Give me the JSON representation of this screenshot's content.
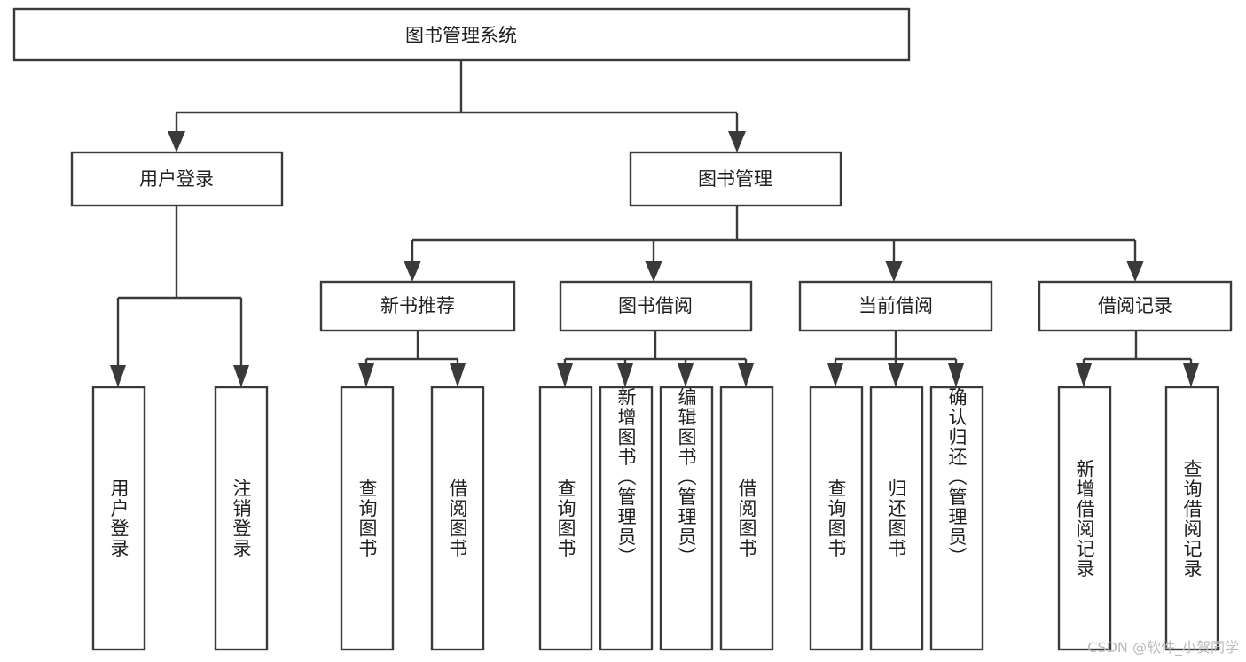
{
  "diagram": {
    "type": "tree-hierarchy-diagram",
    "title": "图书管理系统",
    "background_color": "#ffffff",
    "line_color": "#3a3a3a",
    "text_color": "#1f1f1f",
    "watermark": "CSDN @软件_小贺同学",
    "nodes": {
      "root": {
        "label": "图书管理系统"
      },
      "level2": [
        {
          "id": "user-login",
          "label": "用户登录"
        },
        {
          "id": "book-manage",
          "label": "图书管理"
        }
      ],
      "level3": [
        {
          "id": "new-book-rec",
          "label": "新书推荐"
        },
        {
          "id": "book-borrow",
          "label": "图书借阅"
        },
        {
          "id": "current-borrow",
          "label": "当前借阅"
        },
        {
          "id": "borrow-record",
          "label": "借阅记录"
        }
      ],
      "leaves": {
        "user_login": [
          {
            "id": "leaf-user-login",
            "label": "用户登录"
          },
          {
            "id": "leaf-user-logout",
            "label": "注销登录"
          }
        ],
        "new_book_rec": [
          {
            "id": "leaf-query-book-1",
            "label": "查询图书"
          },
          {
            "id": "leaf-borrow-book-1",
            "label": "借阅图书"
          }
        ],
        "book_borrow": [
          {
            "id": "leaf-query-book-2",
            "label": "查询图书"
          },
          {
            "id": "leaf-add-book",
            "label": "新增图书（管理员）"
          },
          {
            "id": "leaf-edit-book",
            "label": "编辑图书（管理员）"
          },
          {
            "id": "leaf-borrow-book-2",
            "label": "借阅图书"
          }
        ],
        "current_borrow": [
          {
            "id": "leaf-query-book-3",
            "label": "查询图书"
          },
          {
            "id": "leaf-return-book",
            "label": "归还图书"
          },
          {
            "id": "leaf-confirm-return",
            "label": "确认归还（管理员）"
          }
        ],
        "borrow_record": [
          {
            "id": "leaf-add-record",
            "label": "新增借阅记录"
          },
          {
            "id": "leaf-query-record",
            "label": "查询借阅记录"
          }
        ]
      }
    }
  }
}
